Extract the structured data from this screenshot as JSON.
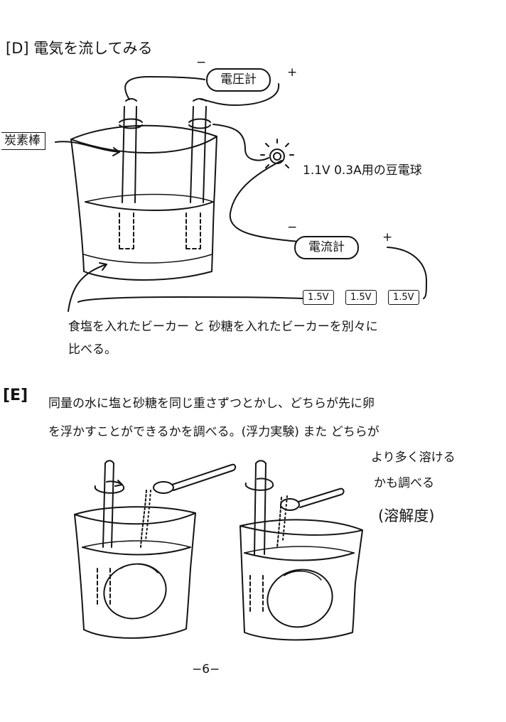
{
  "section_d": {
    "heading": "[D] 電気を流してみる",
    "labels": {
      "carbon_rod": "炭素棒",
      "voltmeter": "電圧計",
      "ammeter": "電流計",
      "bulb": "1.1V 0.3A用の豆電球",
      "minus": "−",
      "plus": "+"
    },
    "batteries": [
      "1.5V",
      "1.5V",
      "1.5V"
    ],
    "caption_line1": "食塩を入れたビーカー と 砂糖を入れたビーカーを別々に",
    "caption_line2": "比べる。"
  },
  "section_e": {
    "label": "[E]",
    "line1": "同量の水に塩と砂糖を同じ重さずつとかし、どちらが先に卵",
    "line2": "を浮かすことができるかを調べる。(浮力実験) また どちらが",
    "line3": "より多く溶ける",
    "line4": "かも調べる",
    "line5": "(溶解度)"
  },
  "page_number": "−6−"
}
